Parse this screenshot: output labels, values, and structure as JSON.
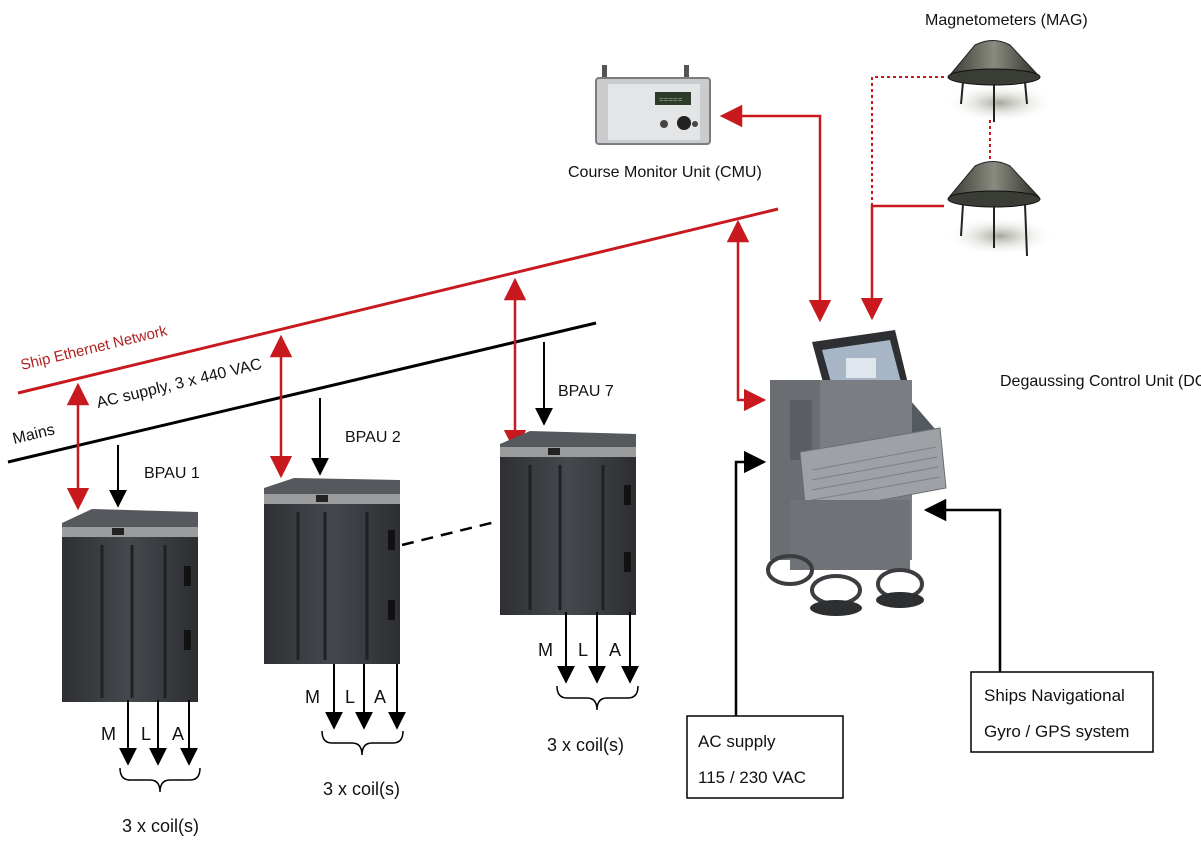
{
  "colors": {
    "network": "#c8191e",
    "mains": "#000000",
    "cabinet": "#3a3d42",
    "cabinet_top": "#55585d"
  },
  "labels": {
    "magnetometers": "Magnetometers (MAG)",
    "cmu": "Course Monitor Unit (CMU)",
    "dcu": "Degaussing Control Unit (DCU)",
    "network": "Ship Ethernet Network",
    "mains": "Mains",
    "ac_supply_mains": "AC supply, 3 x 440 VAC"
  },
  "bpaus": [
    {
      "name": "BPAU 1",
      "outputs": [
        "M",
        "L",
        "A"
      ],
      "coils": "3 x coil(s)"
    },
    {
      "name": "BPAU 2",
      "outputs": [
        "M",
        "L",
        "A"
      ],
      "coils": "3 x coil(s)"
    },
    {
      "name": "BPAU 7",
      "outputs": [
        "M",
        "L",
        "A"
      ],
      "coils": "3 x coil(s)"
    }
  ],
  "boxes": {
    "ac_supply": {
      "line1": "AC supply",
      "line2": "115 / 230 VAC"
    },
    "nav": {
      "line1": "Ships Navigational",
      "line2": "Gyro / GPS system"
    }
  }
}
